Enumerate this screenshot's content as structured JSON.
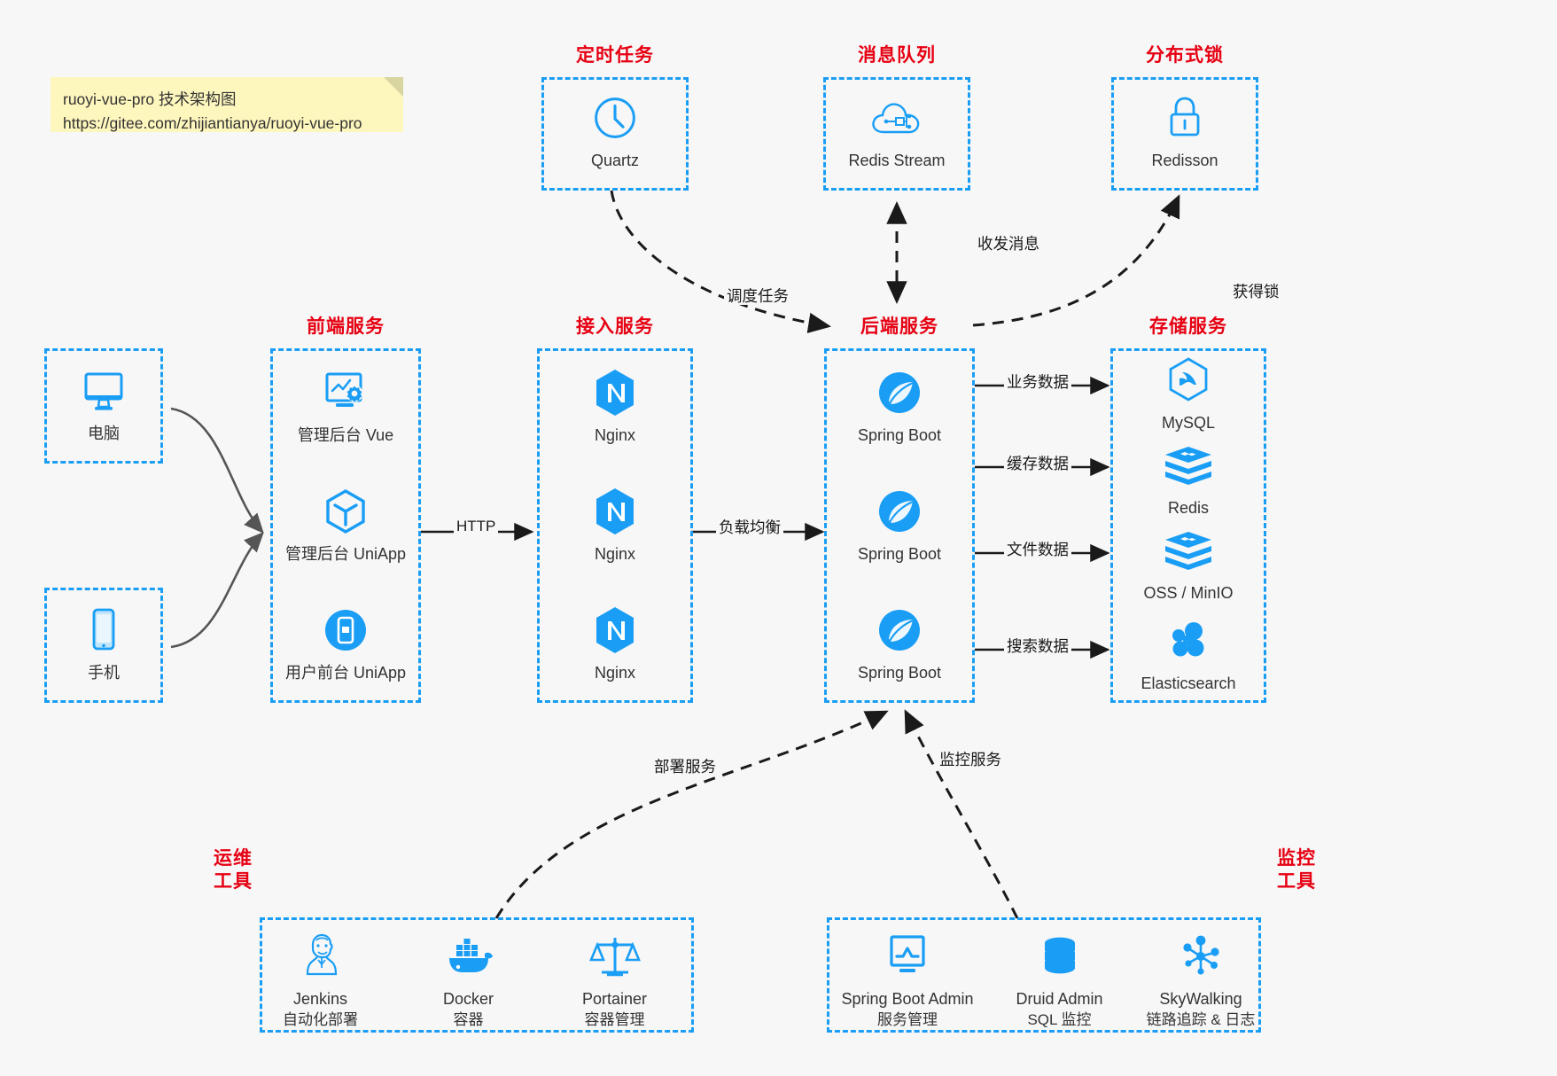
{
  "note": {
    "line1": "ruoyi-vue-pro 技术架构图",
    "line2": "https://gitee.com/zhijiantianya/ruoyi-vue-pro"
  },
  "colors": {
    "accent_blue": "#1a9ef5",
    "title_red": "#e60012",
    "text": "#333333",
    "background": "#f7f7f7",
    "note_bg": "#fdf6bd",
    "wire_gray": "#555555",
    "wire_black": "#1a1a1a"
  },
  "groups": {
    "scheduler": {
      "title": "定时任务"
    },
    "mq": {
      "title": "消息队列"
    },
    "lock": {
      "title": "分布式锁"
    },
    "frontend": {
      "title": "前端服务"
    },
    "gateway": {
      "title": "接入服务"
    },
    "backend": {
      "title": "后端服务"
    },
    "storage": {
      "title": "存储服务"
    },
    "devops": {
      "title_line1": "运维",
      "title_line2": "工具"
    },
    "monitor": {
      "title_line1": "监控",
      "title_line2": "工具"
    }
  },
  "nodes": {
    "quartz": {
      "label": "Quartz",
      "icon": "clock-icon"
    },
    "redis_stream": {
      "label": "Redis Stream",
      "icon": "cloud-stream-icon"
    },
    "redisson": {
      "label": "Redisson",
      "icon": "lock-icon"
    },
    "clients": [
      {
        "label": "电脑",
        "icon": "desktop-icon"
      },
      {
        "label": "手机",
        "icon": "mobile-icon"
      }
    ],
    "frontend_items": [
      {
        "label": "管理后台 Vue",
        "icon": "dashboard-gear-icon"
      },
      {
        "label": "管理后台 UniApp",
        "icon": "cube-icon"
      },
      {
        "label": "用户前台 UniApp",
        "icon": "app-circle-icon"
      }
    ],
    "gateway_items": [
      {
        "label": "Nginx",
        "icon": "nginx-icon"
      },
      {
        "label": "Nginx",
        "icon": "nginx-icon"
      },
      {
        "label": "Nginx",
        "icon": "nginx-icon"
      }
    ],
    "backend_items": [
      {
        "label": "Spring Boot",
        "icon": "spring-boot-icon"
      },
      {
        "label": "Spring Boot",
        "icon": "spring-boot-icon"
      },
      {
        "label": "Spring Boot",
        "icon": "spring-boot-icon"
      }
    ],
    "storage_items": [
      {
        "label": "MySQL",
        "icon": "mysql-icon"
      },
      {
        "label": "Redis",
        "icon": "redis-icon"
      },
      {
        "label": "OSS / MinIO",
        "icon": "oss-icon"
      },
      {
        "label": "Elasticsearch",
        "icon": "elasticsearch-icon"
      }
    ],
    "devops_items": [
      {
        "label": "Jenkins",
        "sub": "自动化部署",
        "icon": "jenkins-icon"
      },
      {
        "label": "Docker",
        "sub": "容器",
        "icon": "docker-icon"
      },
      {
        "label": "Portainer",
        "sub": "容器管理",
        "icon": "scales-icon"
      }
    ],
    "monitor_items": [
      {
        "label": "Spring Boot Admin",
        "sub": "服务管理",
        "icon": "monitor-chart-icon"
      },
      {
        "label": "Druid Admin",
        "sub": "SQL 监控",
        "icon": "database-icon"
      },
      {
        "label": "SkyWalking",
        "sub": "链路追踪 & 日志",
        "icon": "skywalking-icon"
      }
    ]
  },
  "edges": {
    "schedule_task": "调度任务",
    "send_receive_message": "收发消息",
    "acquire_lock": "获得锁",
    "http": "HTTP",
    "load_balance": "负载均衡",
    "business_data": "业务数据",
    "cache_data": "缓存数据",
    "file_data": "文件数据",
    "search_data": "搜索数据",
    "deploy_service": "部署服务",
    "monitor_service": "监控服务"
  }
}
